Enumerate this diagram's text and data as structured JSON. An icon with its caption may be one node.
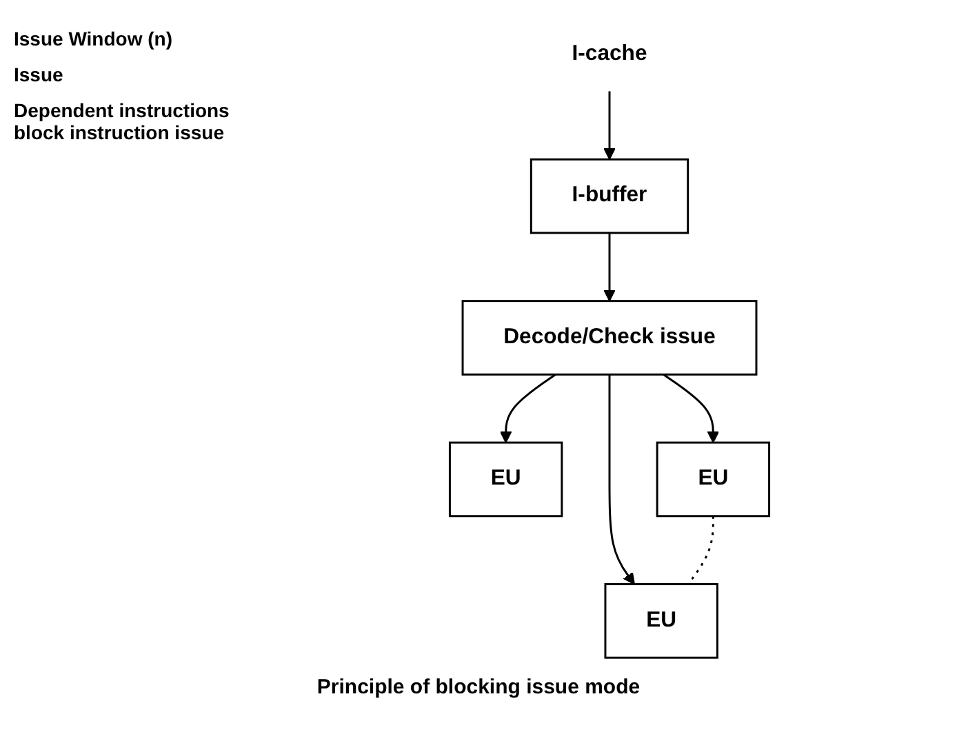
{
  "diagram": {
    "caption": "Principle of blocking issue mode",
    "nodes": [
      {
        "text": [
          "I-cache"
        ]
      },
      {
        "text": [
          "I-buffer"
        ]
      },
      {
        "text": [
          "Decode/Check issue"
        ]
      },
      {
        "text": [
          "EU"
        ]
      },
      {
        "text": [
          "EU"
        ]
      },
      {
        "text": [
          "EU"
        ]
      }
    ],
    "edges": [
      {
        "from": 0,
        "to": 1,
        "arrow": "to"
      },
      {
        "from": 1,
        "to": 2,
        "arrow": "to"
      },
      {
        "from": 2,
        "to": 3,
        "arrow": "to"
      },
      {
        "from": 2,
        "to": 4,
        "arrow": "to"
      },
      {
        "from": 2,
        "to": 5,
        "arrow": "to"
      },
      {
        "from": 4,
        "to": 5,
        "arrow": "none",
        "style": "dashed"
      }
    ],
    "labels": [
      "Issue Window (n)",
      "Issue",
      "Dependent instructions block instruction issue"
    ]
  }
}
